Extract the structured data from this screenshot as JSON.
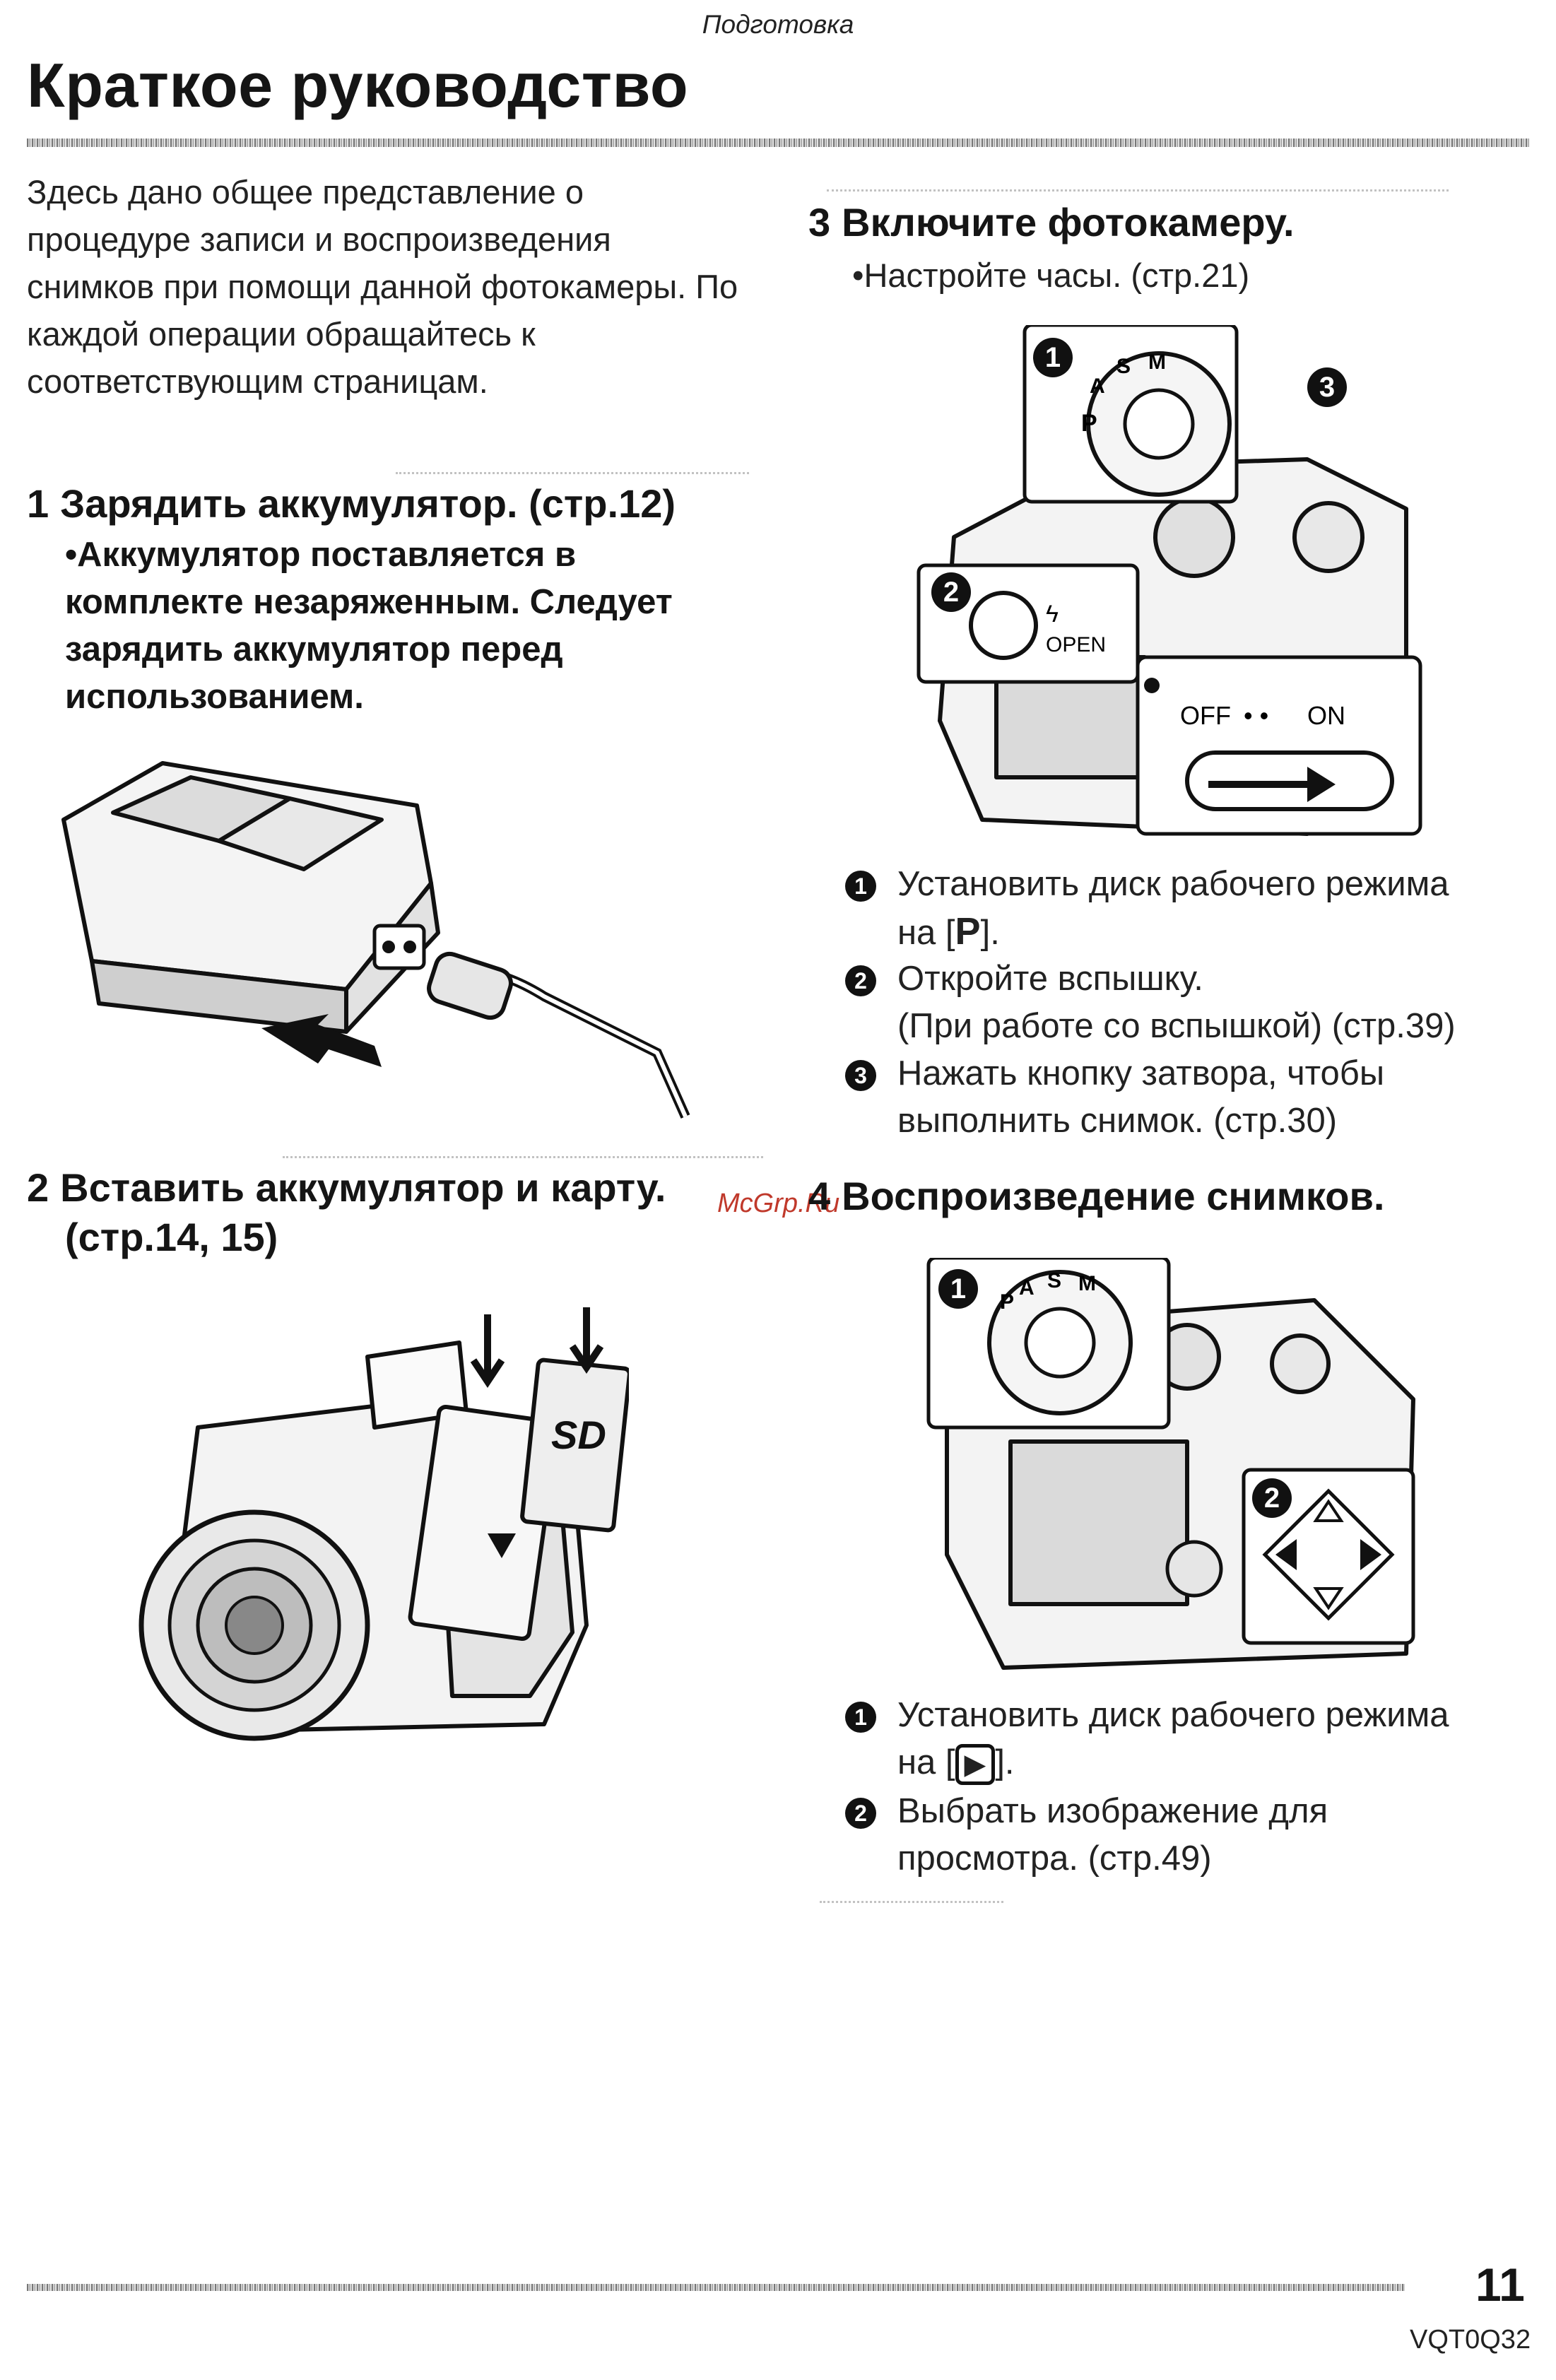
{
  "header": {
    "section": "Подготовка",
    "title": "Краткое руководство"
  },
  "intro": "Здесь дано общее представление о процедуре записи и воспроизведения снимков при помощи данной фотокамеры. По каждой операции обращайтесь к соответствующим страницам.",
  "step1": {
    "num": "1",
    "title": "Зарядить аккумулятор. (стр.12)",
    "bullet": "•Аккумулятор поставляется в комплекте незаряженным. Следует зарядить аккумулятор перед использованием."
  },
  "step2": {
    "num": "2",
    "title_line1": "Вставить аккумулятор и карту.",
    "title_line2": "(стр.14, 15)"
  },
  "step3": {
    "num": "3",
    "title": "Включите фотокамеру.",
    "note": "•Настройте часы. (стр.21)",
    "items": [
      {
        "marker": "1",
        "line1": "Установить диск рабочего режима",
        "line2_prefix": "на [",
        "line2_glyph": "P",
        "line2_suffix": "]."
      },
      {
        "marker": "2",
        "line1": "Откройте вспышку.",
        "line2": "(При работе со вспышкой) (стр.39)"
      },
      {
        "marker": "3",
        "line1": "Нажать кнопку затвора, чтобы",
        "line2": "выполнить снимок. (стр.30)"
      }
    ]
  },
  "step4": {
    "num": "4",
    "title": "Воспроизведение снимков.",
    "items": [
      {
        "marker": "1",
        "line1": "Установить диск рабочего режима",
        "line2_prefix": "на [",
        "line2_glyph": "▶",
        "line2_suffix": "]."
      },
      {
        "marker": "2",
        "line1": "Выбрать изображение для",
        "line2": "просмотра. (стр.49)"
      }
    ]
  },
  "illustrations": {
    "charger": {
      "name": "battery-charger-illustration"
    },
    "camera_insert": {
      "name": "camera-battery-card-insertion-illustration",
      "card_text": "SD"
    },
    "camera_on": {
      "name": "camera-power-on-illustration",
      "callouts": [
        "1",
        "2",
        "3"
      ],
      "dial_labels": [
        "P",
        "A",
        "S",
        "M"
      ],
      "flash_label": "OPEN",
      "switch_off": "OFF",
      "switch_on": "ON"
    },
    "camera_play": {
      "name": "camera-playback-illustration",
      "callouts": [
        "1",
        "2"
      ],
      "dial_labels": [
        "P",
        "A",
        "S",
        "M"
      ]
    }
  },
  "watermark": "McGrp.Ru",
  "footer": {
    "page_number": "11",
    "doc_code": "VQT0Q32"
  },
  "colors": {
    "watermark": "#c0392b",
    "ink": "#151515"
  }
}
